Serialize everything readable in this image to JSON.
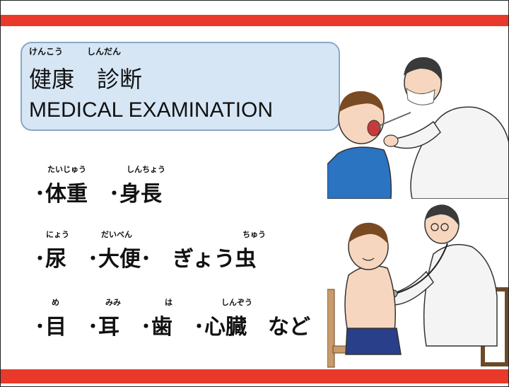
{
  "title": {
    "ruby_kenkou": "けんこう",
    "ruby_shindan": "しんだん",
    "japanese": "健康　診断",
    "english": "MEDICAL EXAMINATION"
  },
  "line1": {
    "ruby_a": "たいじゅう",
    "ruby_b": "しんちょう",
    "text": "･体重　･身長"
  },
  "line2": {
    "ruby_a": "にょう",
    "ruby_b": "だいべん",
    "ruby_c": "ちゅう",
    "text": "･尿　･大便･　ぎょう虫"
  },
  "line3": {
    "ruby_a": "め",
    "ruby_b": "みみ",
    "ruby_c": "は",
    "ruby_d": "しんぞう",
    "text": "･目　･耳　･歯　･心臓　など"
  },
  "colors": {
    "red_bar": "#e8392a",
    "title_box": "#d6e6f5"
  },
  "illustrations": [
    "doctor-examining-throat",
    "doctor-listening-with-stethoscope"
  ]
}
